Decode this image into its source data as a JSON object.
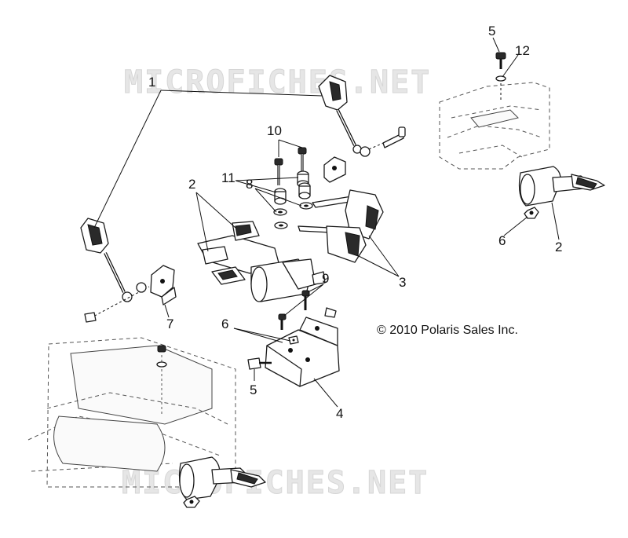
{
  "watermark": "MICROFICHES.NET",
  "copyright": "© 2010 Polaris Sales Inc.",
  "callouts": {
    "c1": "1",
    "c2_left": "2",
    "c2_right": "2",
    "c3": "3",
    "c4": "4",
    "c5_top": "5",
    "c5_bottom": "5",
    "c6_left": "6",
    "c6_right": "6",
    "c7": "7",
    "c8": "8",
    "c9": "9",
    "c10": "10",
    "c11": "11",
    "c12": "12"
  }
}
